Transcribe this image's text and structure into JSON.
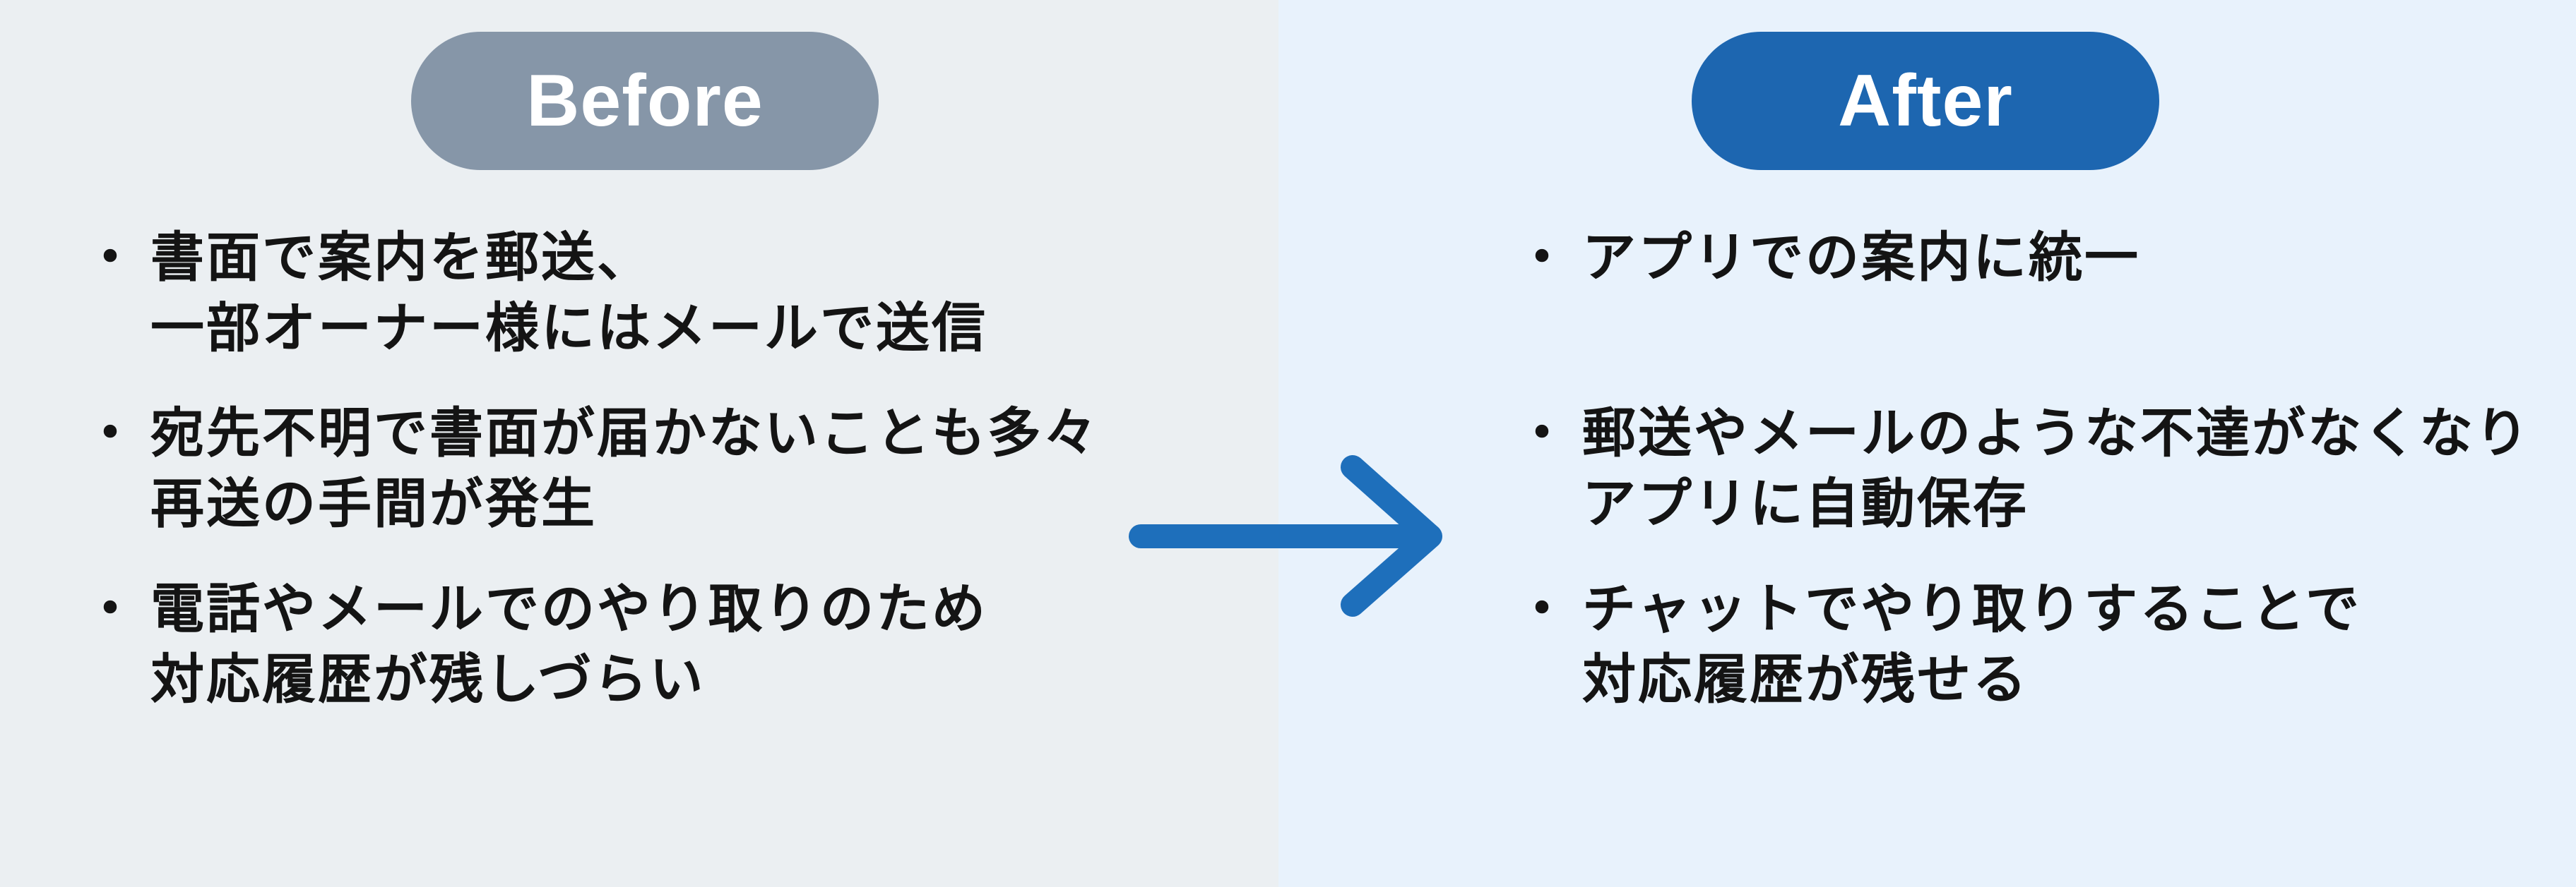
{
  "page": {
    "left_bg": "#EBEFF2",
    "right_bg": "#E8F2FC",
    "text_color": "#141414",
    "bullet_char": "・"
  },
  "before": {
    "label": "Before",
    "badge_color": "#8696A8",
    "items": [
      {
        "lines": [
          "書面で案内を郵送、",
          "一部オーナー様にはメールで送信"
        ]
      },
      {
        "lines": [
          "宛先不明で書面が届かないことも多々",
          "再送の手間が発生"
        ]
      },
      {
        "lines": [
          "電話やメールでのやり取りのため",
          "対応履歴が残しづらい"
        ]
      }
    ]
  },
  "after": {
    "label": "After",
    "badge_color": "#1D66B0",
    "items": [
      {
        "lines": [
          "アプリでの案内に統一"
        ]
      },
      {
        "lines": [
          "郵送やメールのような不達がなくなり",
          "アプリに自動保存"
        ]
      },
      {
        "lines": [
          "チャットでやり取りすることで",
          "対応履歴が残せる"
        ]
      }
    ]
  },
  "arrow": {
    "color": "#1E6FBB",
    "direction": "right"
  }
}
